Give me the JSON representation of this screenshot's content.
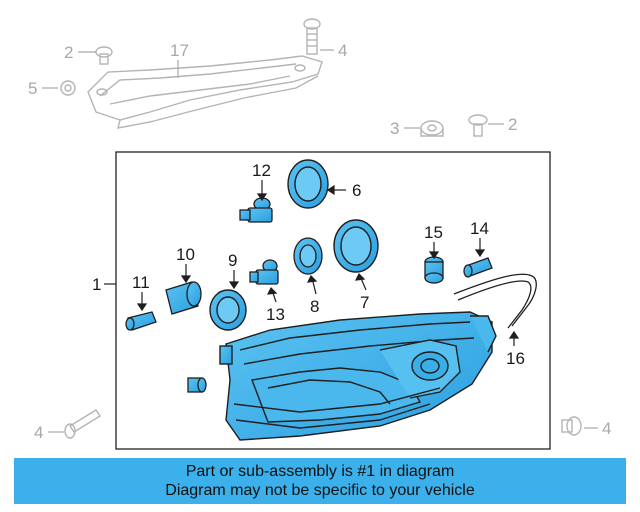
{
  "callouts": {
    "c1": "1",
    "c2a": "2",
    "c2b": "2",
    "c3": "3",
    "c4a": "4",
    "c4b": "4",
    "c4c": "4",
    "c5": "5",
    "c6": "6",
    "c7": "7",
    "c8": "8",
    "c9": "9",
    "c10": "10",
    "c11": "11",
    "c12": "12",
    "c13": "13",
    "c14": "14",
    "c15": "15",
    "c16": "16",
    "c17": "17"
  },
  "caption": {
    "line1": "Part or sub-assembly is #1 in diagram",
    "line2": "Diagram may not be specific to your vehicle"
  },
  "colors": {
    "highlight": "#3cb0ea",
    "part_outline": "#1f1f1f",
    "gray_part": "#b4b4b4"
  }
}
